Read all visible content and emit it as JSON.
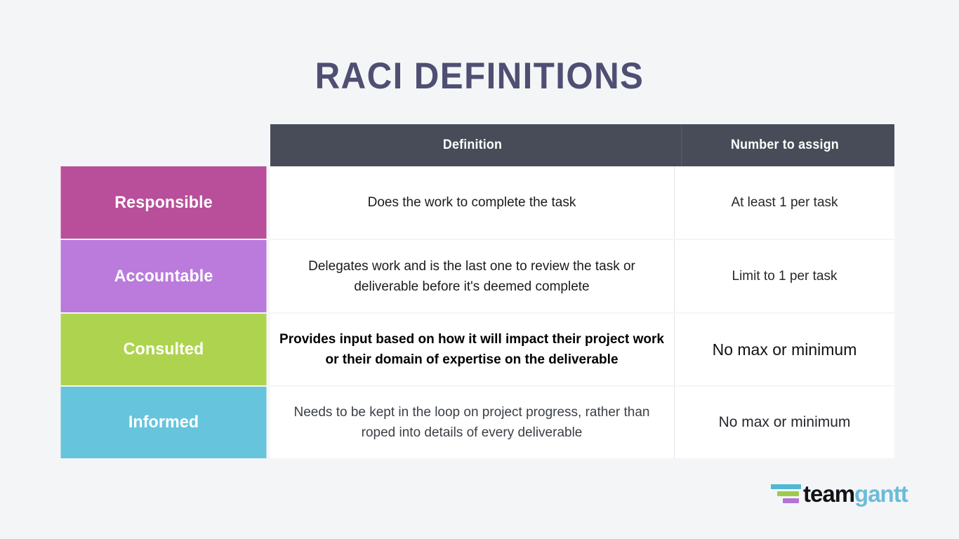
{
  "page": {
    "title": "RACI DEFINITIONS",
    "background_color": "#f4f5f7",
    "title_color": "#4e4f72"
  },
  "table": {
    "header": {
      "background_color": "#474c58",
      "columns": [
        "Definition",
        "Number to assign"
      ]
    },
    "rows": [
      {
        "label": "Responsible",
        "label_color": "#b94e9a",
        "definition": "Does the work to complete the task",
        "number_to_assign": "At least 1 per task"
      },
      {
        "label": "Accountable",
        "label_color": "#ba7bdc",
        "definition": "Delegates work and is the last one to review the task or deliverable before it's deemed complete",
        "number_to_assign": "Limit to 1 per task"
      },
      {
        "label": "Consulted",
        "label_color": "#aed44f",
        "definition": "Provides input based on how it will impact their project work or their domain of expertise on the deliverable",
        "number_to_assign": "No max or minimum"
      },
      {
        "label": "Informed",
        "label_color": "#66c4dc",
        "definition": "Needs to be kept in the loop on project progress, rather than roped into details of every deliverable",
        "number_to_assign": "No max or minimum"
      }
    ]
  },
  "logo": {
    "word_1": "team",
    "word_2": "gantt",
    "word_1_color": "#101418",
    "word_2_color": "#6bbcd8",
    "bar_colors": [
      "#4fb9d3",
      "#9ccb4e",
      "#b275d6"
    ]
  }
}
